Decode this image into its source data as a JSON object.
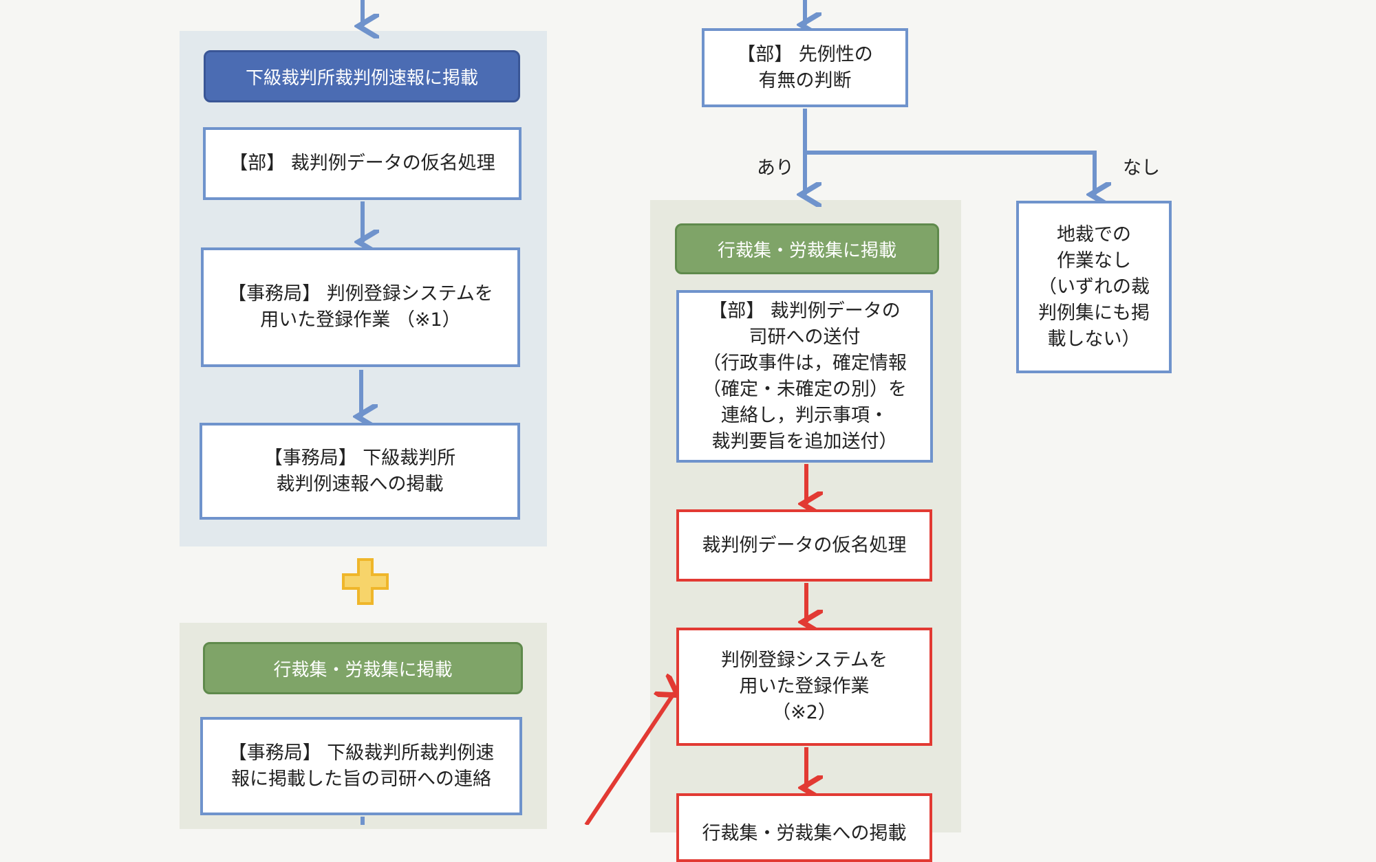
{
  "left_column": {
    "section1_header": "下級裁判所裁判例速報に掲載",
    "steps1": [
      "【部】 裁判例データの仮名処理",
      "【事務局】 判例登録システムを\n用いた登録作業 （※1）",
      "【事務局】 下級裁判所\n裁判例速報への掲載"
    ],
    "plus_icon": "plus",
    "section2_header": "行裁集・労裁集に掲載",
    "steps2": [
      "【事務局】 下級裁判所裁判例速\n報に掲載した旨の司研への連絡"
    ]
  },
  "right_column": {
    "decision_box": "【部】 先例性の\n有無の判断",
    "branch_yes": "あり",
    "branch_no": "なし",
    "no_result": "地裁での\n作業なし\n（いずれの裁\n判例集にも掲\n載しない）",
    "section_header": "行裁集・労裁集に掲載",
    "steps": [
      "【部】 裁判例データの\n司研への送付\n（行政事件は，確定情報\n（確定・未確定の別）を\n連絡し，判示事項・\n裁判要旨を追加送付）",
      "裁判例データの仮名処理",
      "判例登録システムを\n用いた登録作業\n（※2）",
      "行裁集・労裁集への掲載"
    ]
  },
  "colors": {
    "blue": "#6f93cc",
    "red": "#e23a33",
    "green": "#7fa468",
    "plus": "#f3c23c"
  }
}
